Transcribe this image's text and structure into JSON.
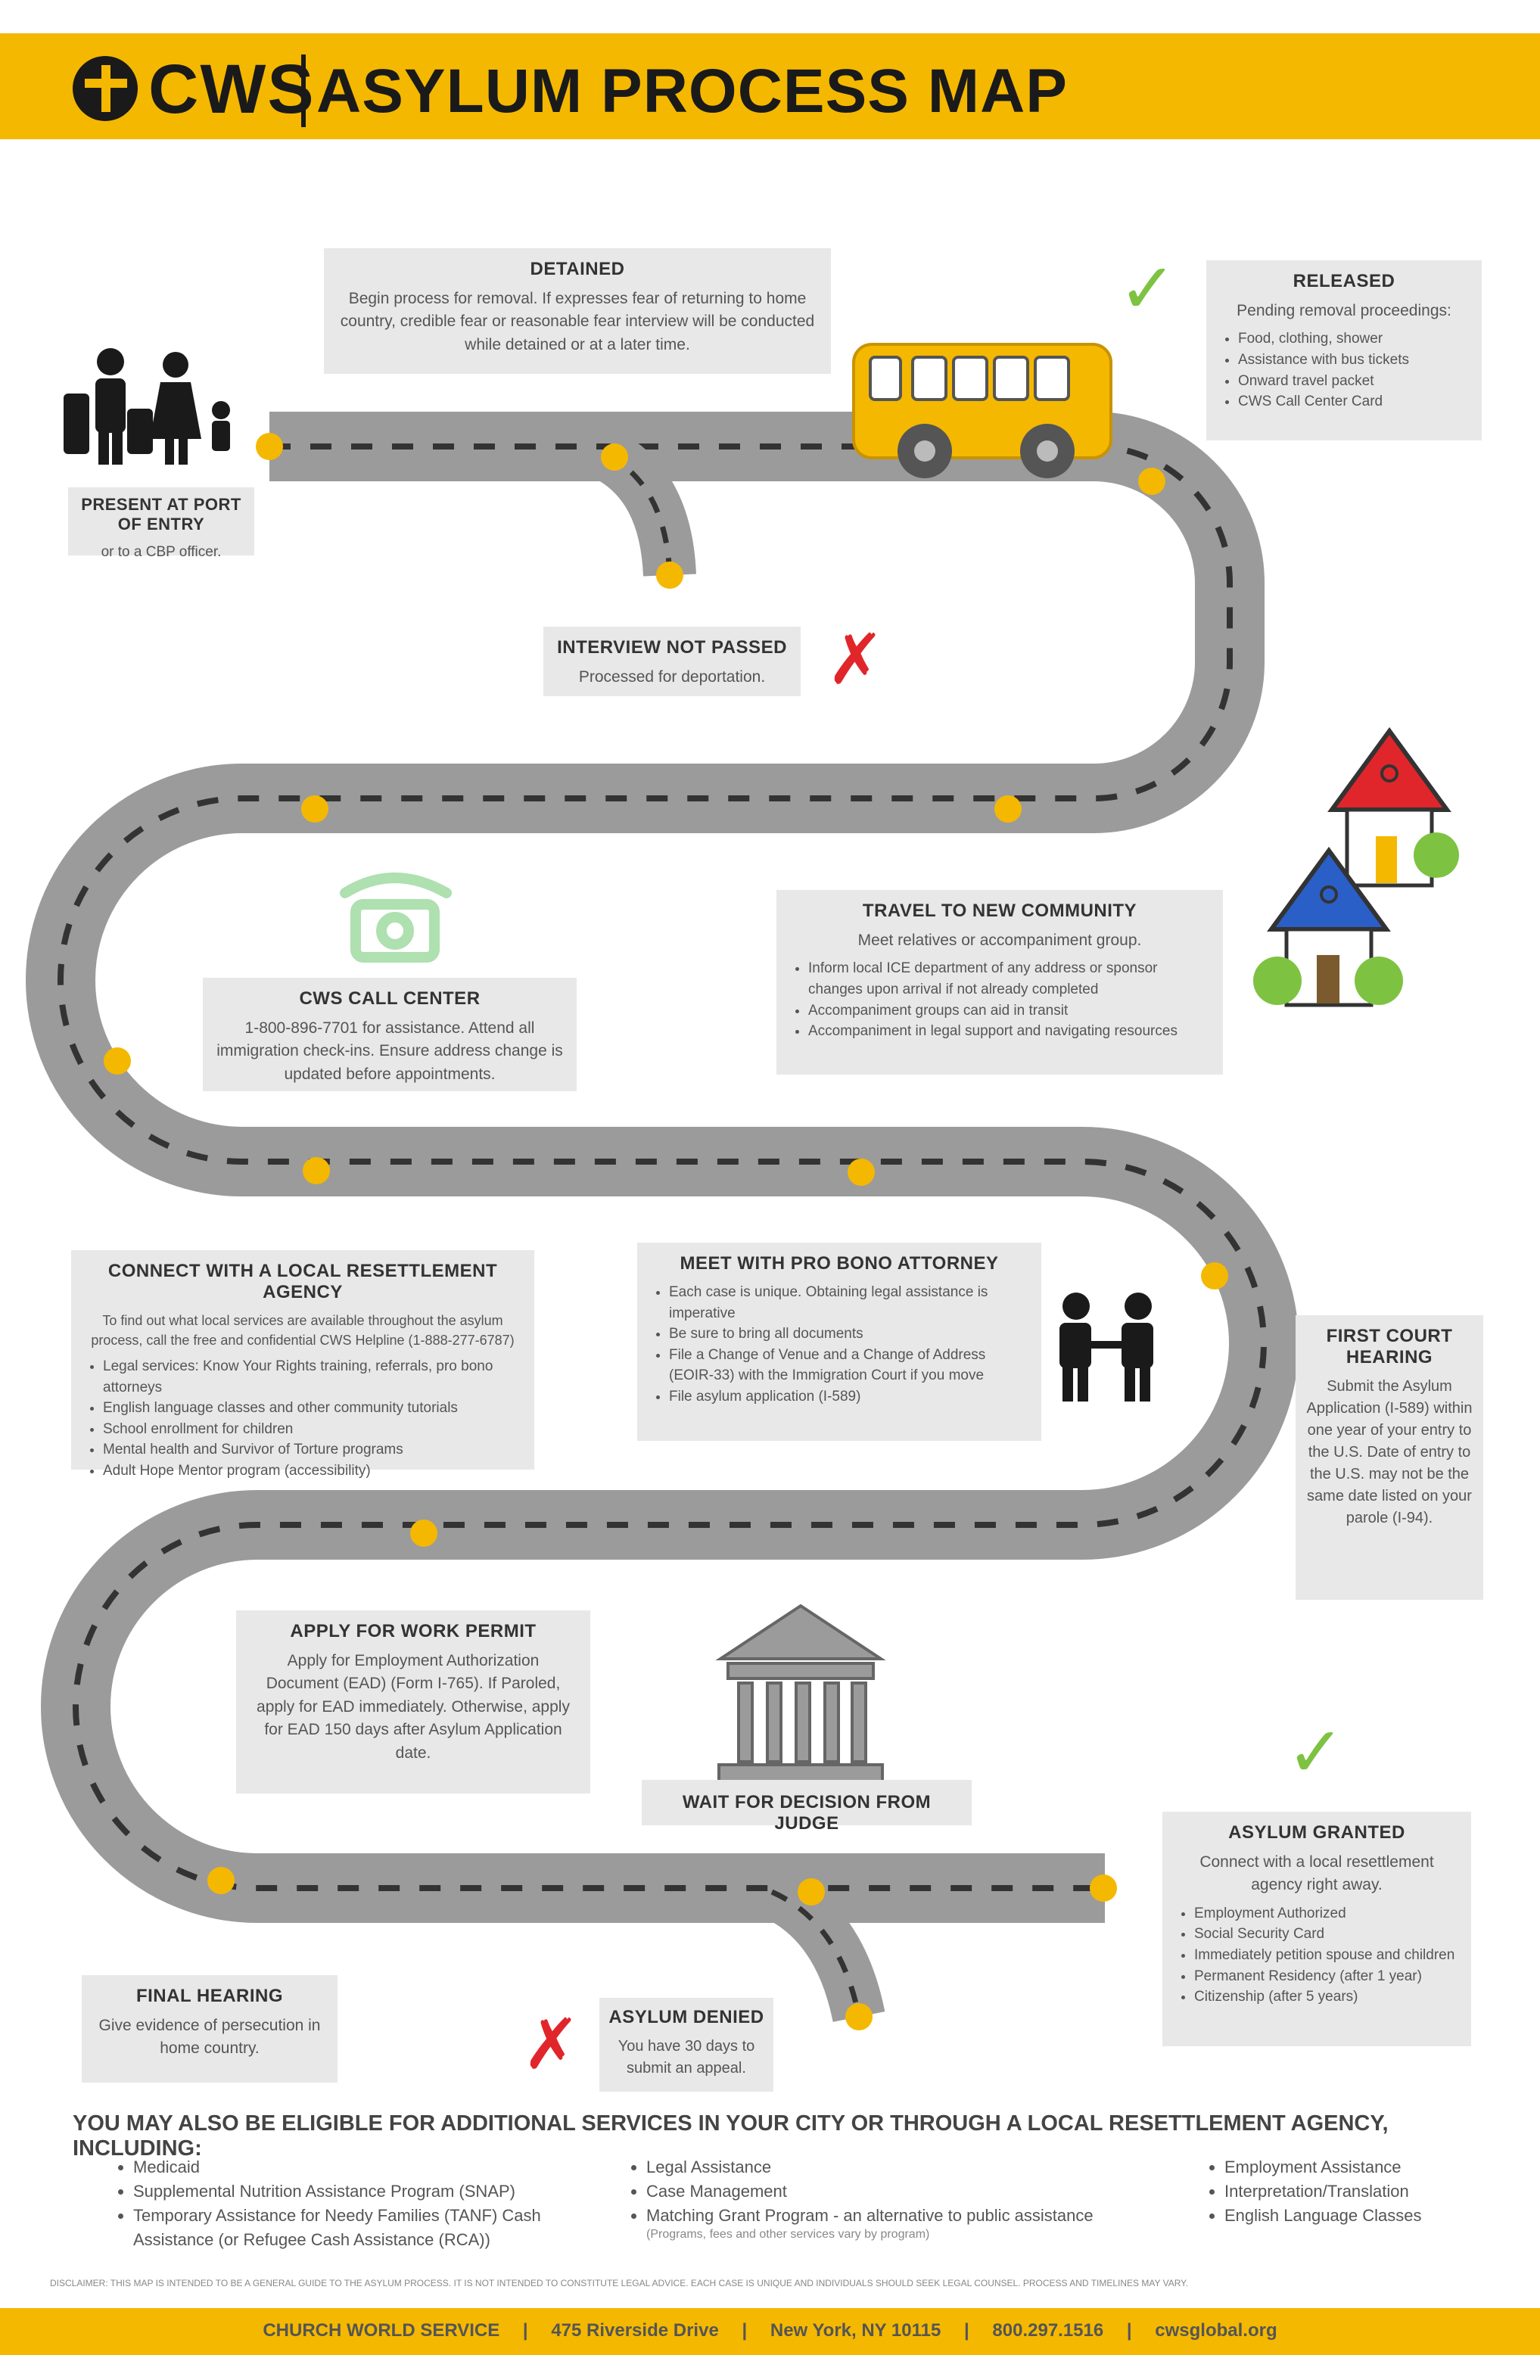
{
  "header": {
    "logo_text": "CWS",
    "title": "ASYLUM PROCESS MAP"
  },
  "steps": {
    "present": {
      "title": "PRESENT AT PORT OF ENTRY",
      "body": "or to a CBP officer."
    },
    "detained": {
      "title": "DETAINED",
      "body": "Begin process for removal. If expresses fear of returning to home country, credible fear or reasonable fear interview will be conducted while detained or at a later time."
    },
    "released": {
      "title": "RELEASED",
      "body": "Pending removal proceedings:",
      "items": [
        "Food, clothing, shower",
        "Assistance with bus tickets",
        "Onward travel packet",
        "CWS Call Center Card"
      ]
    },
    "interview": {
      "title": "INTERVIEW NOT PASSED",
      "body": "Processed for deportation."
    },
    "travel": {
      "title": "TRAVEL TO NEW COMMUNITY",
      "body": "Meet relatives or accompaniment group.",
      "items": [
        "Inform local ICE department of any address or sponsor changes upon arrival if not already completed",
        "Accompaniment groups can aid in transit",
        "Accompaniment in legal support and navigating resources"
      ]
    },
    "call": {
      "title": "CWS CALL CENTER",
      "body": "1-800-896-7701 for assistance. Attend all immigration check-ins. Ensure address change is updated before appointments."
    },
    "connect": {
      "title": "CONNECT WITH A LOCAL RESETTLEMENT AGENCY",
      "body": "To find out what local services are available throughout the asylum process, call the free and confidential CWS Helpline (1-888-277-6787)",
      "items": [
        "Legal services: Know Your Rights training, referrals, pro bono attorneys",
        "English language classes and other community tutorials",
        "School enrollment for children",
        "Mental health and Survivor of Torture programs",
        "Adult Hope Mentor program (accessibility)"
      ]
    },
    "attorney": {
      "title": "MEET WITH PRO BONO ATTORNEY",
      "items": [
        "Each case is unique. Obtaining legal assistance is imperative",
        "Be sure to bring all documents",
        "File a Change of Venue and a Change of Address (EOIR-33) with the Immigration Court if you move",
        "File asylum application (I-589)"
      ]
    },
    "first_court": {
      "title": "FIRST COURT HEARING",
      "body": "Submit the Asylum Application (I-589) within one year of your entry to the U.S. Date of entry to the U.S. may not be the same date listed on your parole (I-94)."
    },
    "work_permit": {
      "title": "APPLY FOR WORK PERMIT",
      "body": "Apply for Employment Authorization Document (EAD) (Form I-765). If Paroled, apply for EAD immediately. Otherwise, apply for EAD 150 days after Asylum Application date."
    },
    "wait": {
      "title": "WAIT FOR DECISION FROM JUDGE"
    },
    "granted": {
      "title": "ASYLUM GRANTED",
      "body": "Connect with a local resettlement agency right away.",
      "items": [
        "Employment Authorized",
        "Social Security Card",
        "Immediately petition spouse and children",
        "Permanent Residency (after 1 year)",
        "Citizenship (after 5 years)"
      ]
    },
    "final": {
      "title": "FINAL HEARING",
      "body": "Give evidence of persecution in home country."
    },
    "denied": {
      "title": "ASYLUM DENIED",
      "body": "You have 30 days to submit an appeal."
    }
  },
  "footer": {
    "heading": "YOU MAY ALSO BE ELIGIBLE FOR ADDITIONAL SERVICES IN YOUR CITY OR THROUGH A LOCAL RESETTLEMENT AGENCY, INCLUDING:",
    "col1": [
      "Medicaid",
      "Supplemental Nutrition Assistance Program (SNAP)",
      "Temporary Assistance for Needy Families (TANF) Cash Assistance (or Refugee Cash Assistance (RCA))"
    ],
    "col2": [
      "Legal Assistance",
      "Case Management",
      "Matching Grant Program - an alternative to public assistance"
    ],
    "col2_note": "(Programs, fees and other services vary by program)",
    "col3": [
      "Employment Assistance",
      "Interpretation/Translation",
      "English Language Classes"
    ],
    "fine_print": "DISCLAIMER: THIS MAP IS INTENDED TO BE A GENERAL GUIDE TO THE ASYLUM PROCESS. IT IS NOT INTENDED TO CONSTITUTE LEGAL ADVICE. EACH CASE IS UNIQUE AND INDIVIDUALS SHOULD SEEK LEGAL COUNSEL. PROCESS AND TIMELINES MAY VARY.",
    "org": "CHURCH WORLD SERVICE",
    "address": "475 Riverside Drive",
    "city": "New York, NY 10115",
    "phone": "800.297.1516",
    "web": "cwsglobal.org"
  },
  "marks": {
    "check": "✓",
    "cross": "✗"
  },
  "colors": {
    "brand_yellow": "#f5b800",
    "road": "#9b9b9b",
    "box": "#e8e8e8",
    "check_green": "#7ec242",
    "cross_red": "#e0262b"
  }
}
